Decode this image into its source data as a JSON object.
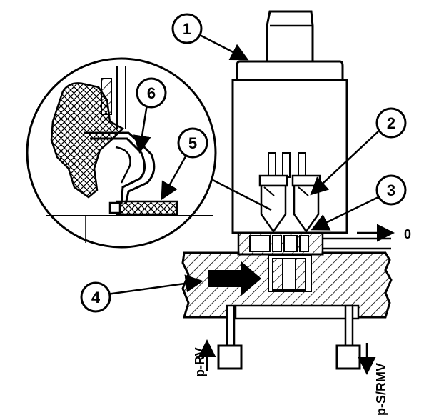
{
  "callouts": [
    "1",
    "2",
    "3",
    "4",
    "5",
    "6"
  ],
  "ports": {
    "outlet": "0",
    "inlet_left": "p-RV",
    "outlet_right": "p-S/RMV"
  },
  "colors": {
    "ink": "#000000",
    "paper": "#ffffff"
  }
}
